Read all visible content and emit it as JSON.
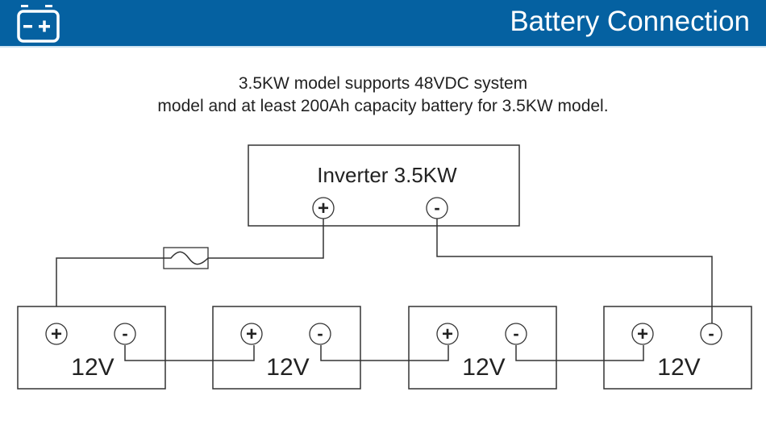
{
  "header": {
    "title": "Battery Connection",
    "icon": "battery-icon",
    "background_color": "#0561a1"
  },
  "description": {
    "line1": "3.5KW model supports 48VDC system",
    "line2": "model and at least 200Ah capacity battery for 3.5KW model."
  },
  "diagram": {
    "inverter": {
      "label": "Inverter 3.5KW",
      "positive_symbol": "+",
      "negative_symbol": "-"
    },
    "fuse": {
      "icon": "fuse-icon"
    },
    "batteries": [
      {
        "label": "12V",
        "positive_symbol": "+",
        "negative_symbol": "-"
      },
      {
        "label": "12V",
        "positive_symbol": "+",
        "negative_symbol": "-"
      },
      {
        "label": "12V",
        "positive_symbol": "+",
        "negative_symbol": "-"
      },
      {
        "label": "12V",
        "positive_symbol": "+",
        "negative_symbol": "-"
      }
    ],
    "connection_type": "series"
  }
}
